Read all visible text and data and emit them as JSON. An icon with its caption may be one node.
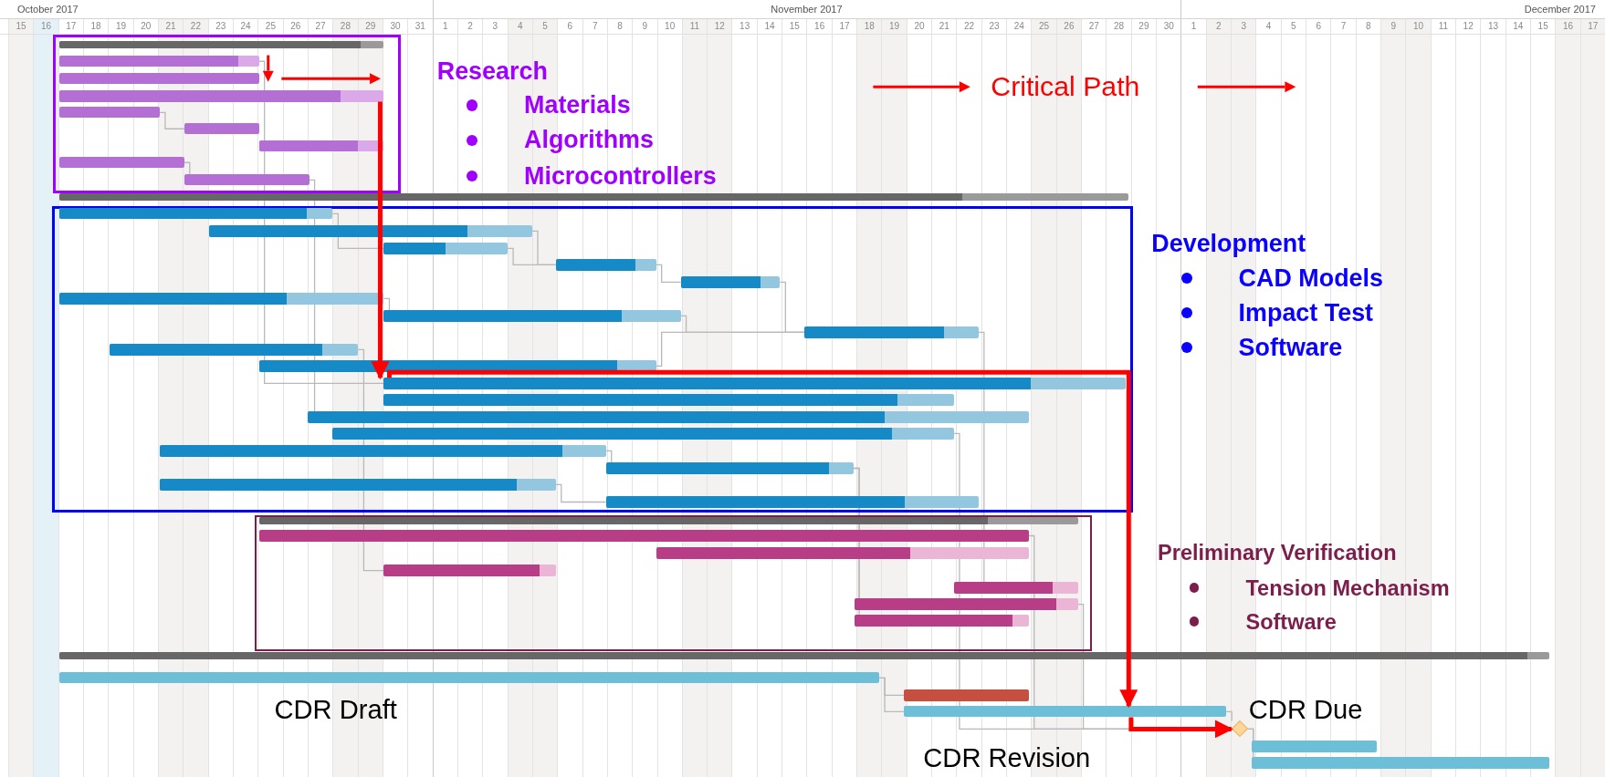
{
  "diagram": {
    "nodes": [
      {
        "text": [],
        "shape": "box",
        "beside": [
          "Research",
          "Materials",
          "Algorithms",
          "Microcontrollers"
        ]
      },
      {
        "text": [],
        "shape": "bar",
        "in": 0
      },
      {
        "text": [],
        "shape": "bar",
        "in": 0
      },
      {
        "text": [],
        "shape": "bar",
        "in": 0
      },
      {
        "text": [],
        "shape": "bar",
        "in": 0
      },
      {
        "text": [],
        "shape": "bar",
        "in": 0
      },
      {
        "text": [],
        "shape": "bar",
        "in": 0
      },
      {
        "text": [],
        "shape": "bar",
        "in": 0
      },
      {
        "text": [],
        "shape": "bar",
        "in": 0
      },
      {
        "text": [],
        "shape": "bar",
        "in": 0
      },
      {
        "text": [],
        "shape": "bar"
      },
      {
        "text": [],
        "shape": "box",
        "beside": [
          "Development",
          "CAD Models",
          "Impact Test",
          "Software"
        ]
      },
      {
        "text": [],
        "shape": "bar",
        "in": 11
      },
      {
        "text": [],
        "shape": "bar",
        "in": 11
      },
      {
        "text": [],
        "shape": "bar",
        "in": 11
      },
      {
        "text": [],
        "shape": "bar",
        "in": 11
      },
      {
        "text": [],
        "shape": "bar",
        "in": 11
      },
      {
        "text": [],
        "shape": "bar",
        "in": 11
      },
      {
        "text": [],
        "shape": "bar",
        "in": 11
      },
      {
        "text": [],
        "shape": "bar",
        "in": 11
      },
      {
        "text": [],
        "shape": "bar",
        "in": 11
      },
      {
        "text": [],
        "shape": "bar",
        "in": 11
      },
      {
        "text": [],
        "shape": "bar",
        "in": 11
      },
      {
        "text": [],
        "shape": "bar",
        "in": 11
      },
      {
        "text": [],
        "shape": "bar",
        "in": 11
      },
      {
        "text": [],
        "shape": "bar",
        "in": 11
      },
      {
        "text": [],
        "shape": "bar",
        "in": 11
      },
      {
        "text": [],
        "shape": "bar",
        "in": 11
      },
      {
        "text": [],
        "shape": "bar",
        "in": 11
      },
      {
        "text": [],
        "shape": "bar",
        "in": 11
      },
      {
        "text": [],
        "shape": "box",
        "beside": [
          "Preliminary Verification",
          "Tension Mechanism",
          "Software"
        ]
      },
      {
        "text": [],
        "shape": "bar",
        "in": 30
      },
      {
        "text": [],
        "shape": "bar",
        "in": 30
      },
      {
        "text": [],
        "shape": "bar",
        "in": 30
      },
      {
        "text": [],
        "shape": "bar",
        "in": 30
      },
      {
        "text": [],
        "shape": "bar",
        "in": 30
      },
      {
        "text": [],
        "shape": "bar",
        "in": 30
      },
      {
        "text": [],
        "shape": "bar",
        "in": 30
      },
      {
        "text": [],
        "shape": "bar"
      },
      {
        "text": [],
        "shape": "bar"
      },
      {
        "text": [],
        "shape": "bar"
      },
      {
        "text": [],
        "shape": "bar"
      },
      {
        "text": [],
        "shape": "diamond"
      },
      {
        "text": [],
        "shape": "bar"
      },
      {
        "text": [],
        "shape": "bar"
      }
    ],
    "edges": [
      {
        "from": 4,
        "to": 22,
        "arrow": "to",
        "style": "thick",
        "color": "#ff0000"
      },
      {
        "from": 22,
        "to": 41,
        "arrow": "to",
        "style": "thick",
        "color": "#ff0000"
      },
      {
        "from": 41,
        "to": 42,
        "arrow": "to",
        "style": "thick",
        "color": "#ff0000"
      },
      {
        "from": 5,
        "to": 6,
        "arrow": "none"
      },
      {
        "from": 8,
        "to": 9,
        "arrow": "none"
      },
      {
        "from": 2,
        "to": 22,
        "arrow": "none"
      },
      {
        "from": 9,
        "to": 24,
        "arrow": "none"
      },
      {
        "from": 12,
        "to": 14,
        "arrow": "none"
      },
      {
        "from": 14,
        "to": 15,
        "arrow": "none"
      },
      {
        "from": 13,
        "to": 15,
        "arrow": "none"
      },
      {
        "from": 15,
        "to": 16,
        "arrow": "none"
      },
      {
        "from": 16,
        "to": 19,
        "arrow": "none"
      },
      {
        "from": 17,
        "to": 18,
        "arrow": "none"
      },
      {
        "from": 18,
        "to": 19,
        "arrow": "none"
      },
      {
        "from": 21,
        "to": 19,
        "arrow": "none"
      },
      {
        "from": 20,
        "to": 34,
        "arrow": "none"
      },
      {
        "from": 28,
        "to": 29,
        "arrow": "none"
      },
      {
        "from": 26,
        "to": 27,
        "arrow": "none"
      },
      {
        "from": 27,
        "to": 36,
        "arrow": "none"
      },
      {
        "from": 27,
        "to": 37,
        "arrow": "none"
      },
      {
        "from": 19,
        "to": 35,
        "arrow": "none"
      },
      {
        "from": 39,
        "to": 41,
        "arrow": "none"
      },
      {
        "from": 39,
        "to": 40,
        "arrow": "none"
      },
      {
        "from": 41,
        "to": 42,
        "arrow": "none"
      },
      {
        "from": 42,
        "to": 43,
        "arrow": "none"
      },
      {
        "from": 42,
        "to": 44,
        "arrow": "none"
      },
      {
        "from": 25,
        "to": 42,
        "arrow": "none"
      },
      {
        "from": 32,
        "to": 42,
        "arrow": "none"
      },
      {
        "from": 36,
        "to": 42,
        "arrow": "none"
      }
    ],
    "labels": [
      "October 2017",
      "November 2017",
      "December 2017",
      "15",
      "16",
      "17",
      "18",
      "19",
      "20",
      "21",
      "22",
      "23",
      "24",
      "25",
      "26",
      "27",
      "28",
      "29",
      "30",
      "31",
      "1",
      "2",
      "3",
      "4",
      "5",
      "6",
      "7",
      "8",
      "9",
      "10",
      "11",
      "12",
      "13",
      "14",
      "15",
      "16",
      "17",
      "18",
      "19",
      "20",
      "21",
      "22",
      "23",
      "24",
      "25",
      "26",
      "27",
      "28",
      "29",
      "30",
      "1",
      "2",
      "3",
      "4",
      "5",
      "6",
      "7",
      "8",
      "9",
      "10",
      "11",
      "12",
      "13",
      "14",
      "15",
      "16",
      "17",
      "Critical Path",
      "CDR Draft",
      "CDR Due",
      "CDR Revision"
    ]
  }
}
